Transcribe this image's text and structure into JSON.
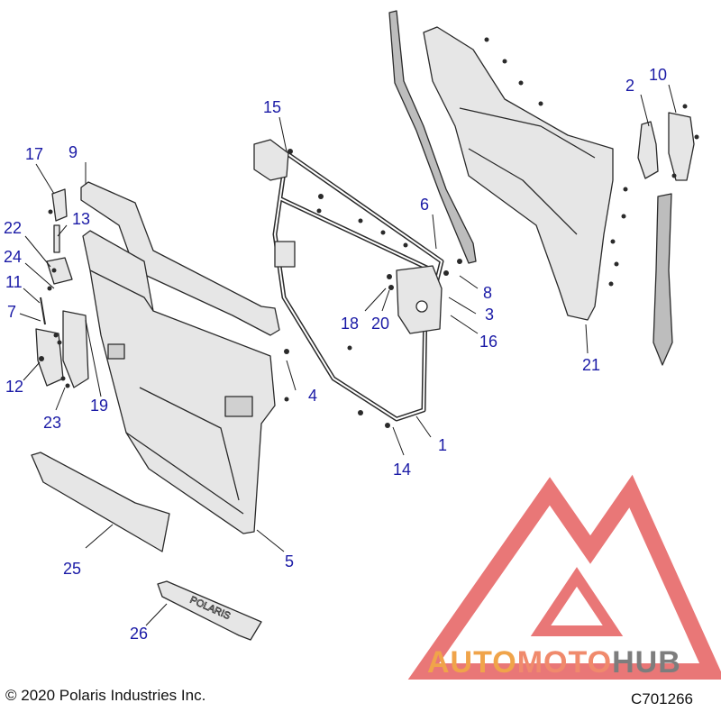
{
  "colors": {
    "callout": "#1a1aa6",
    "leader": "#1a1a1a",
    "part_fill": "#e6e6e6",
    "part_stroke": "#2a2a2a",
    "watermark_red": "#e24a4a",
    "watermark_orange": "#f0a44a",
    "watermark_gray": "#7d7d7d"
  },
  "callouts": {
    "c1": "1",
    "c2": "2",
    "c3": "3",
    "c4": "4",
    "c5": "5",
    "c6": "6",
    "c7": "7",
    "c8": "8",
    "c9": "9",
    "c10": "10",
    "c11": "11",
    "c12": "12",
    "c13": "13",
    "c14": "14",
    "c15": "15",
    "c16": "16",
    "c17": "17",
    "c18": "18",
    "c19": "19",
    "c20": "20",
    "c21": "21",
    "c22": "22",
    "c23": "23",
    "c24": "24",
    "c25": "25",
    "c26": "26"
  },
  "footer": {
    "copyright": "© 2020 Polaris Industries Inc.",
    "diagram_code": "C701266"
  },
  "watermark": {
    "part1": "AUTO",
    "part2": "MOTO",
    "part3": "HUB"
  },
  "plate_text": "POLARIS"
}
